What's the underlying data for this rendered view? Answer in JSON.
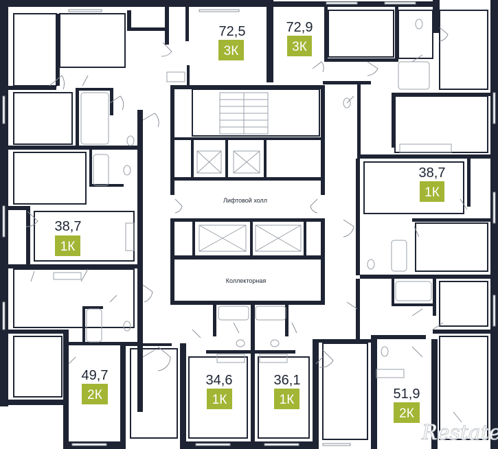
{
  "apartments": [
    {
      "id": "apt-72-5",
      "area": "72,5",
      "rooms": "3К"
    },
    {
      "id": "apt-72-9",
      "area": "72,9",
      "rooms": "3К"
    },
    {
      "id": "apt-38-7-right",
      "area": "38,7",
      "rooms": "1К"
    },
    {
      "id": "apt-38-7-left",
      "area": "38,7",
      "rooms": "1К"
    },
    {
      "id": "apt-49-7",
      "area": "49,7",
      "rooms": "2К"
    },
    {
      "id": "apt-34-6",
      "area": "34,6",
      "rooms": "1К"
    },
    {
      "id": "apt-36-1",
      "area": "36,1",
      "rooms": "1К"
    },
    {
      "id": "apt-51-9",
      "area": "51,9",
      "rooms": "2К"
    }
  ],
  "common_areas": {
    "elevator_hall": "Лифтовой холл",
    "collector_room": "Коллекторная"
  },
  "watermark": "Restate",
  "colors": {
    "walls": "#1e2433",
    "badge": "#a3b534",
    "background": "#ffffff"
  }
}
